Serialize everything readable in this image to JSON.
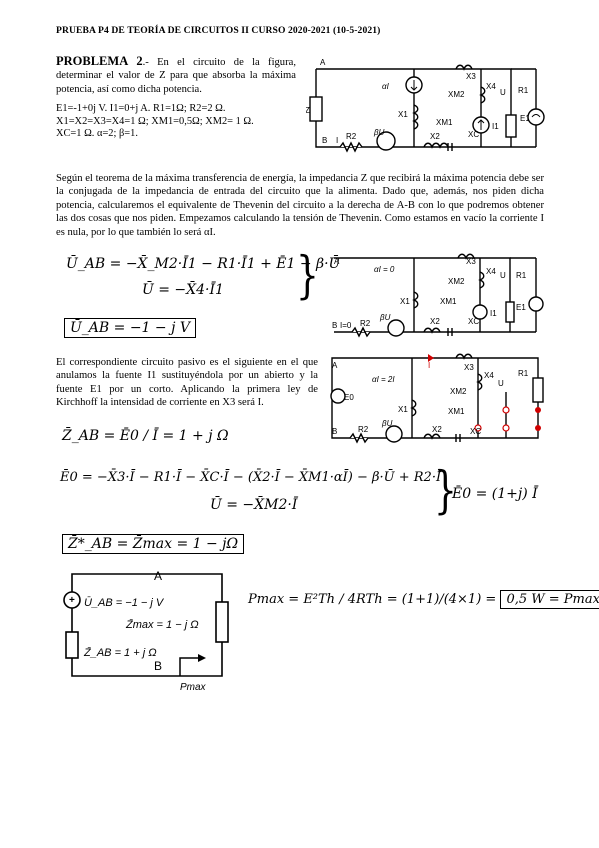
{
  "header": "PRUEBA P4 DE TEORÍA DE CIRCUITOS II CURSO 2020-2021 (10-5-2021)",
  "problem": {
    "title": "PROBLEMA 2",
    "statement": ".- En el circuito de la figura, determinar el valor de Z para que absorba la máxima potencia, así como dicha potencia.",
    "given_line1": "E1=-1+0j V. I1=0+j A. R1=1Ω; R2=2 Ω.",
    "given_line2": "X1=X2=X3=X4=1 Ω; XM1=0,5Ω; XM2= 1 Ω.",
    "given_line3": "XC=1 Ω. α=2; β=1."
  },
  "paragraph1": "Según el teorema de la máxima transferencia de energía, la impedancia Z que recibirá la máxima potencia debe ser la conjugada de la impedancia de entrada del circuito que la alimenta. Dado que, además, nos piden dicha potencia, calcularemos el equivalente de Thevenin del circuito a la derecha de A-B con lo que podremos obtener las dos cosas que nos piden. Empezamos calculando la tensión de Thevenin. Como estamos en vacío la corriente I es nula, por lo que también lo será αI.",
  "paragraph2": "El correspondiente circuito pasivo es el siguiente en el que anulamos la fuente I1 sustituyéndola por un abierto y la fuente E1 por un corto. Aplicando la primera ley de Kirchhoff la intensidad de corriente en X3 será I.",
  "equations": {
    "uab_1": "Ū_AB = −X̄_M2·Ī1 − R1·Ī1 + Ē1 − β·Ū",
    "uab_2": "Ū = −X̄4·Ī1",
    "uab_result": "Ū_AB = −1 − j V",
    "zab_def": "Z̄_AB = Ē0 / Ī = 1 + j Ω",
    "e0_1": "Ē0 = −X̄3·Ī − R1·Ī − X̄C·Ī − (X̄2·Ī − X̄M1·αĪ) − β·Ū + R2·Ī",
    "e0_2": "Ū = −X̄M2·Ī",
    "e0_result": "Ē0 = (1+j) Ī",
    "zmax": "Z̄*_AB = Z̄max = 1 − jΩ",
    "pmax_lhs": "Pmax = E²Th / 4RTh = (1+1)/(4×1) =",
    "pmax_result": "0,5 W = Pmax"
  },
  "circuit_labels": {
    "A": "A",
    "B": "B",
    "I": "I",
    "Z": "Z",
    "U": "U",
    "R1": "R1",
    "R2": "R2",
    "X1": "X1",
    "X2": "X2",
    "X3": "X3",
    "X4": "X4",
    "XM1": "XM1",
    "XM2": "XM2",
    "XC": "XC",
    "E1": "E1",
    "I1": "I1",
    "alphaI": "αI",
    "betaU": "βU",
    "E0": "E0",
    "alphaI0": "αI = 0",
    "alpha2I": "αI = 2I",
    "I0": "I=0"
  },
  "final_circuit": {
    "uab": "Ū_AB = −1 − j V",
    "zmax": "Z̄max = 1 − j Ω",
    "zab": "Z̄_AB = 1 + j Ω",
    "A": "A",
    "B": "B",
    "pmax": "Pmax"
  }
}
